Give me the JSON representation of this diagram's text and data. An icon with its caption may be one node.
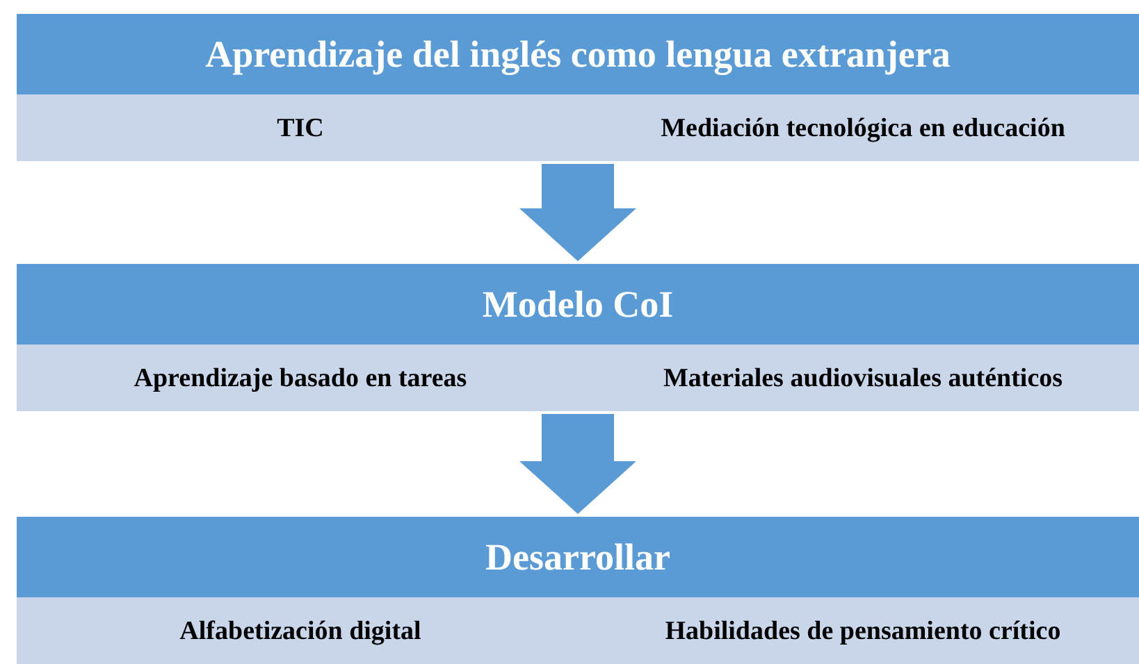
{
  "diagram": {
    "nodes": [
      {
        "text": [
          "Aprendizaje del inglés como lengua extranjera"
        ]
      },
      {
        "text": [
          "TIC"
        ],
        "in": 0
      },
      {
        "text": [
          "Mediación tecnológica en educación"
        ],
        "in": 0
      },
      {
        "text": [
          "Modelo CoI"
        ]
      },
      {
        "text": [
          "Aprendizaje basado en tareas"
        ],
        "in": 3
      },
      {
        "text": [
          "Materiales audiovisuales auténticos"
        ],
        "in": 3
      },
      {
        "text": [
          "Desarrollar"
        ]
      },
      {
        "text": [
          "Alfabetización digital"
        ],
        "in": 6
      },
      {
        "text": [
          "Habilidades de pensamiento crítico"
        ],
        "in": 6
      }
    ],
    "edges": [
      {
        "from": 0,
        "to": 3,
        "arrow": "to"
      },
      {
        "from": 3,
        "to": 6,
        "arrow": "to"
      }
    ]
  }
}
